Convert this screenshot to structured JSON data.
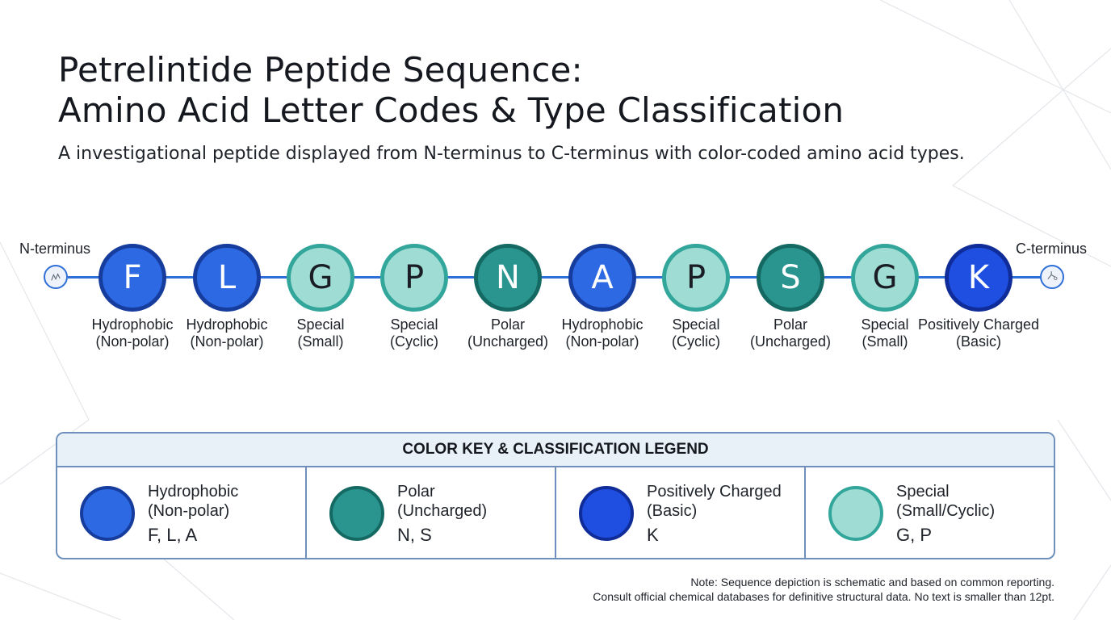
{
  "title": {
    "line1": "Petrelintide Peptide Sequence:",
    "line2": "Amino Acid Letter Codes & Type Classification"
  },
  "subtitle": "A investigational peptide displayed from N-terminus to C-terminus with color-coded amino acid types.",
  "terminals": {
    "n_label": "N-terminus",
    "c_label": "C-terminus"
  },
  "sequence": [
    {
      "letter": "F",
      "type": "hydrophobic",
      "label1": "Hydrophobic",
      "label2": "(Non-polar)"
    },
    {
      "letter": "L",
      "type": "hydrophobic",
      "label1": "Hydrophobic",
      "label2": "(Non-polar)"
    },
    {
      "letter": "G",
      "type": "special",
      "label1": "Special",
      "label2": "(Small)"
    },
    {
      "letter": "P",
      "type": "special",
      "label1": "Special",
      "label2": "(Cyclic)"
    },
    {
      "letter": "N",
      "type": "polar",
      "label1": "Polar",
      "label2": "(Uncharged)"
    },
    {
      "letter": "A",
      "type": "hydrophobic",
      "label1": "Hydrophobic",
      "label2": "(Non-polar)"
    },
    {
      "letter": "P",
      "type": "special",
      "label1": "Special",
      "label2": "(Cyclic)"
    },
    {
      "letter": "S",
      "type": "polar",
      "label1": "Polar",
      "label2": "(Uncharged)"
    },
    {
      "letter": "G",
      "type": "special",
      "label1": "Special",
      "label2": "(Small)"
    },
    {
      "letter": "K",
      "type": "positive",
      "label1": "Positively Charged",
      "label2": "(Basic)"
    }
  ],
  "legend": {
    "title": "COLOR KEY & CLASSIFICATION LEGEND",
    "items": [
      {
        "type": "hydrophobic",
        "name": "Hydrophobic",
        "qualifier": "(Non-polar)",
        "letters": "F, L, A"
      },
      {
        "type": "polar",
        "name": "Polar",
        "qualifier": "(Uncharged)",
        "letters": "N, S"
      },
      {
        "type": "positive",
        "name": "Positively Charged",
        "qualifier": "(Basic)",
        "letters": "K"
      },
      {
        "type": "special",
        "name": "Special",
        "qualifier": "(Small/Cyclic)",
        "letters": "G, P"
      }
    ]
  },
  "colors": {
    "hydrophobic": "#2c69e2",
    "polar": "#2a958f",
    "positive": "#1e4fe0",
    "special": "#9fdcd4",
    "backbone": "#2f6fd8"
  },
  "note": {
    "line1": "Note: Sequence depiction is schematic and based on common reporting.",
    "line2": "Consult official chemical databases for definitive structural data. No text is smaller than 12pt."
  }
}
